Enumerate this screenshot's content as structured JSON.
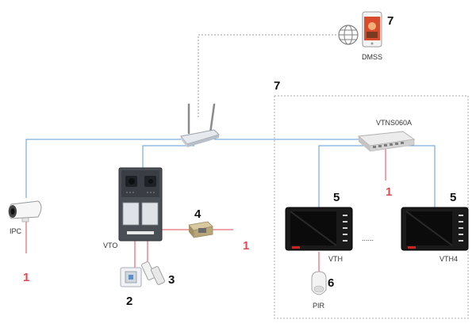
{
  "colors": {
    "cable": "#5b9bd5",
    "red_cable": "#e04a55",
    "dashed": "#999999",
    "box_border": "#aaaaaa",
    "number_black": "#111111",
    "number_red": "#e04a55"
  },
  "labels": {
    "dmss": "DMSS",
    "switch": "VTNS060A",
    "ipc": "IPC",
    "vto": "VTO",
    "vth": "VTH",
    "vth4": "VTH4",
    "pir": "PIR",
    "ellipsis": "......"
  },
  "icons": {
    "phone": "smartphone-icon",
    "globe": "globe-icon",
    "router": "wifi-router-icon",
    "switch": "poe-switch-icon",
    "camera": "bullet-camera-icon",
    "vto": "door-station-icon",
    "exit_button": "exit-button-icon",
    "door_sensor": "door-sensor-icon",
    "lock": "electric-lock-icon",
    "vth": "indoor-monitor-icon",
    "pir": "pir-sensor-icon"
  },
  "numbers": {
    "dmss_num": "7",
    "box_num": "7",
    "lock_num": "4",
    "lock_red": "1",
    "ipc_red": "1",
    "switch_red": "1",
    "exit_num": "2",
    "sensor_num": "3",
    "vth_left_num": "5",
    "vth_right_num": "5",
    "pir_num": "6"
  }
}
